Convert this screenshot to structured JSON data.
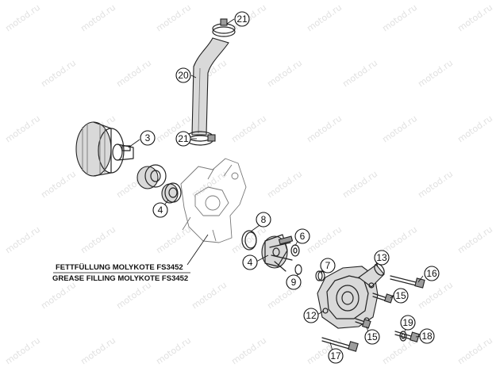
{
  "notes": {
    "line1": "FETTFÜLLUNG MOLYKOTE FS3452",
    "line2": "GREASE FILLING MOLYKOTE FS3452"
  },
  "watermark": "motod.ru",
  "callouts": [
    {
      "id": "callout-3",
      "label": "3"
    },
    {
      "id": "callout-4-left",
      "label": "4"
    },
    {
      "id": "callout-4-mid",
      "label": "4"
    },
    {
      "id": "callout-6",
      "label": "6"
    },
    {
      "id": "callout-7",
      "label": "7"
    },
    {
      "id": "callout-8",
      "label": "8"
    },
    {
      "id": "callout-9",
      "label": "9"
    },
    {
      "id": "callout-12",
      "label": "12"
    },
    {
      "id": "callout-13",
      "label": "13"
    },
    {
      "id": "callout-15-upper",
      "label": "15"
    },
    {
      "id": "callout-15-lower",
      "label": "15"
    },
    {
      "id": "callout-16",
      "label": "16"
    },
    {
      "id": "callout-17",
      "label": "17"
    },
    {
      "id": "callout-18",
      "label": "18"
    },
    {
      "id": "callout-19",
      "label": "19"
    },
    {
      "id": "callout-20",
      "label": "20"
    },
    {
      "id": "callout-21-top",
      "label": "21"
    },
    {
      "id": "callout-21-mid",
      "label": "21"
    }
  ]
}
